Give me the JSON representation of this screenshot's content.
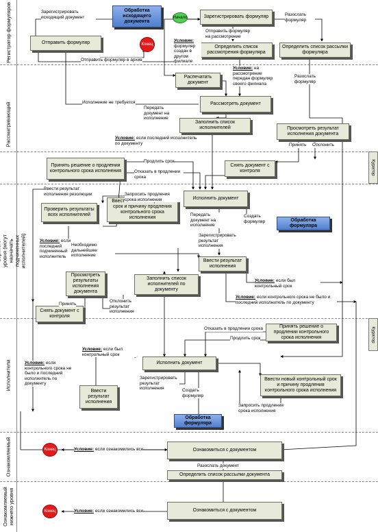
{
  "lanes": [
    "Регистратор формуляров",
    "Рассматривающий",
    "Исполнители верхнего уровня (могут назначать подчиненных исполнителей)",
    "Исполнители",
    "Ознакомляемый",
    "Ознакомляемый нижнего уровня"
  ],
  "curator": "Куратор",
  "nodes": {
    "start": "Начало",
    "end1": "Конец",
    "end2": "Конец",
    "end3": "Конец",
    "doc_outgoing": "Обработка исходящего документа",
    "register_form": "Зарегистрировать формуляр",
    "send_form": "Отправить формуляр",
    "define_review_list": "Определить список рассмотрения формуляра",
    "define_mail_list": "Определить список рассылки формуляра",
    "print_doc": "Распечатать документ",
    "review_doc": "Рассмотреть документ",
    "fill_executors": "Заполнить список исполнителей",
    "view_result": "Просмотреть результат исполнения документа",
    "decide_extend_top": "Принять решение о продлении контрольного срока исполнения",
    "remove_control_top": "Снять документ с контроля",
    "execute_top": "Исполнить документ",
    "check_results": "Проверить результаты всех исполнителей",
    "new_deadline_top": "Ввести новый контрольный срок и причину продления контрольного срока исполнения",
    "doc_form_top": "Обработка формуляра",
    "enter_result_top": "Ввести результат исполнения",
    "view_results_mid": "Просмотреть результаты исполнения документа",
    "fill_executors_mid": "Заполнить список исполнителей по документу",
    "remove_control_mid": "Снять документ с контроля",
    "decide_extend_mid": "Принять решение о продлении контрольного срока исполнения",
    "execute_low": "Исполнить документ",
    "enter_result_low": "Ввести результат исполнения",
    "new_deadline_low": "Ввести новый контрольный срок и причину продления контрольного срока исполнения",
    "doc_form_low": "Обработка формуляра",
    "familiarize1": "Ознакомиться с документом",
    "define_doc_list": "Определить список рассылки документа",
    "familiarize2": "Ознакомиться с документом"
  },
  "labels": {
    "reg_outgoing": "Зарегистрировать исходящий документ",
    "send_archive": "Отправить формуляр в архив",
    "send_review": "Отправить формуляр на рассмотрение",
    "mail_form": "Разослать формуляр",
    "cond_created_title": "Условие:",
    "cond_created": "формуляр создан в другом филиале",
    "cond_review_title": "Условие:",
    "cond_review": "на рассмотрение передан формуляр своего филиала",
    "mail_form2": "Разослать формуляр",
    "no_exec": "Исполнение не требуется",
    "pass_exec": "Передать документ на исполнение",
    "cond_last_title": "Условие:",
    "cond_last": "если последний исполнитель по документу",
    "accept": "Принять",
    "reject": "Отклонить",
    "extend": "Продлить срок",
    "refuse_extend": "Отказать в продлении срока",
    "enter_result_res": "Ввести результат исполнения резолюции",
    "request_extend": "Запросить продления срока исполнения",
    "create_form": "Создать формуляр",
    "pass_exec2": "Передать документ на исполнение",
    "register_result": "Зарегистрировать результат исполнения",
    "need_further": "Необходимо дальнейшее исполнение",
    "cond_sub_title": "Условие:",
    "cond_sub": "если последний подчиненный исполнитель",
    "cond_control_title": "Условие:",
    "cond_control": "если был контрольный срок",
    "cond_noctl_title": "Условие:",
    "cond_noctl": "если контрольного срока не было и последний исполнитель по документу",
    "reject_result": "Отклонить результат исполнения",
    "accept2": "Принять",
    "refuse_extend2": "Отказать в продлении срока",
    "extend2": "Продлить срок",
    "cond_control2_title": "Условие:",
    "cond_control2": "если был контрольный срок",
    "register_result2": "Зарегистрировать результат исполнения",
    "create_form2": "Создать формуляр",
    "request_extend2": "Запросить продления срока исполнения",
    "cond_noctl2_title": "Условие:",
    "cond_noctl2": "если контрольного срока не было и последний исполнитель по документу",
    "cond_read1_title": "Условие:",
    "cond_read1": "если ознакомились все",
    "mail_doc": "Разослать документ",
    "cond_read2_title": "Условие:",
    "cond_read2": "если ознакомились все"
  }
}
